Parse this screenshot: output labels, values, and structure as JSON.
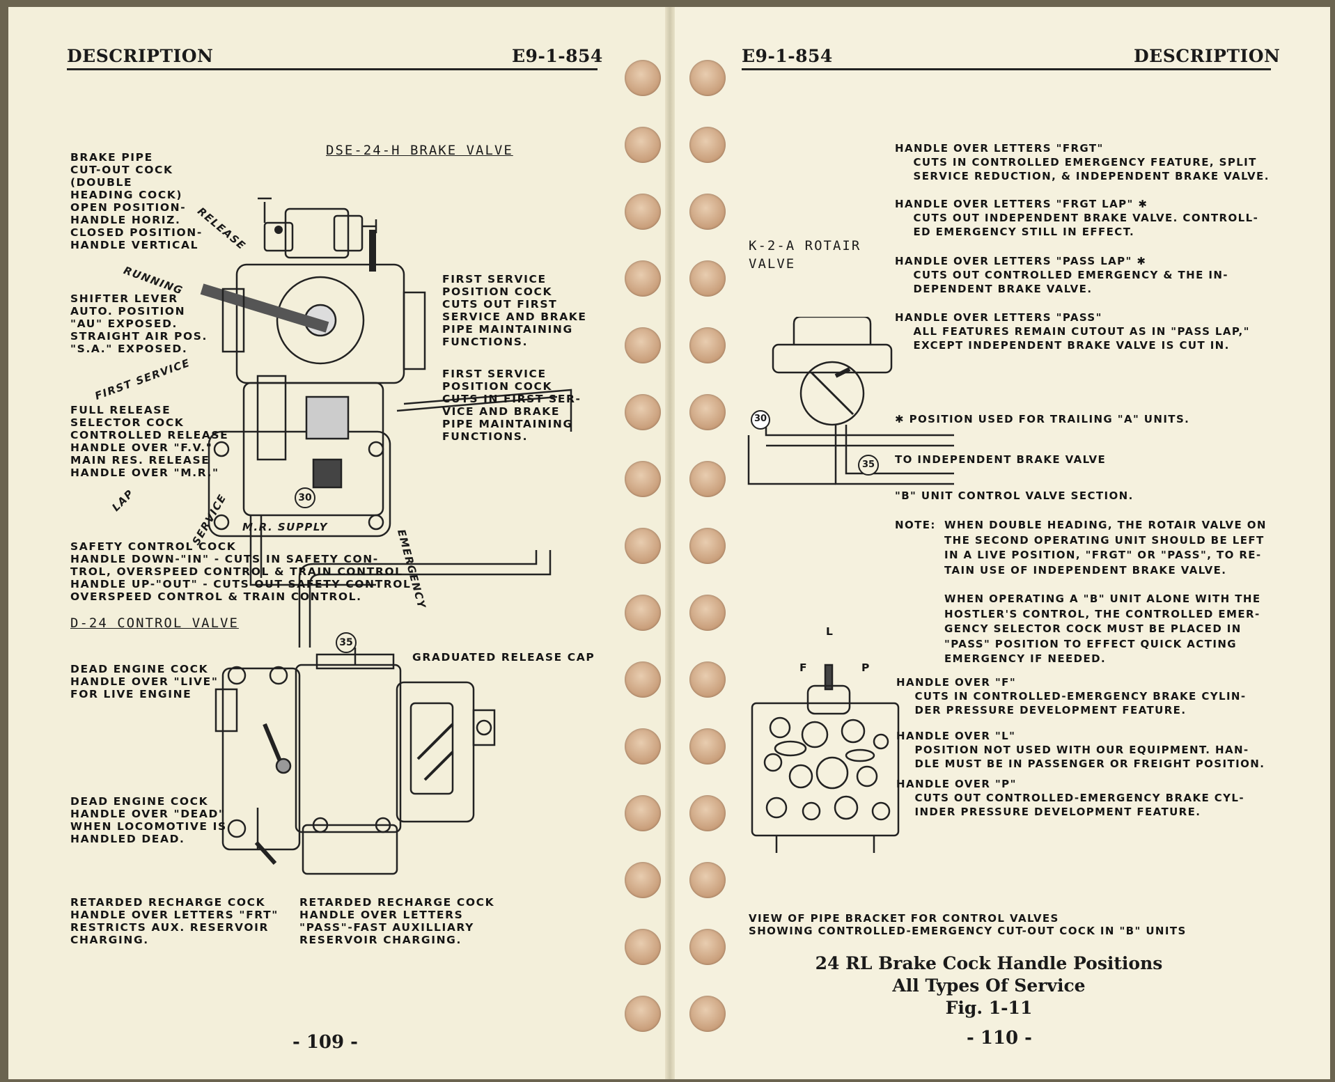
{
  "left_page": {
    "header_left": "DESCRIPTION",
    "header_right": "E9-1-854",
    "page_number": "- 109 -",
    "title_brake_valve": "DSE-24-H BRAKE VALVE",
    "brake_pipe_cock": "BRAKE PIPE\nCUT-OUT COCK\n(DOUBLE\nHEADING COCK)\nOPEN POSITION-\nHANDLE HORIZ.\nCLOSED POSITION-\nHANDLE VERTICAL",
    "pos_release": "RELEASE",
    "pos_running": "RUNNING",
    "shifter_lever": "SHIFTER LEVER\nAUTO. POSITION\n\"AU\" EXPOSED.\nSTRAIGHT AIR POS.\n\"S.A.\" EXPOSED.",
    "pos_first_service": "FIRST SERVICE",
    "full_release_cock": "FULL RELEASE\nSELECTOR COCK\nCONTROLLED RELEASE\nHANDLE OVER \"F.V.\"\nMAIN RES. RELEASE\nHANDLE OVER \"M.R.\"",
    "pos_lap": "LAP",
    "pos_service": "SERVICE",
    "mr_supply": "M.R. SUPPLY",
    "pos_emergency": "EMERGENCY",
    "first_service_cock_1": "FIRST SERVICE\nPOSITION COCK\nCUTS OUT FIRST\nSERVICE AND BRAKE\nPIPE MAINTAINING\nFUNCTIONS.",
    "first_service_cock_2": "FIRST SERVICE\nPOSITION COCK\nCUTS IN FIRST SER-\nVICE AND BRAKE\nPIPE MAINTAINING\nFUNCTIONS.",
    "safety_control_cock": "SAFETY CONTROL COCK\nHANDLE DOWN-\"IN\" - CUTS IN SAFETY CON-\nTROL, OVERSPEED CONTROL & TRAIN CONTROL\nHANDLE UP-\"OUT\" - CUTS OUT SAFETY CONTROL\nOVERSPEED CONTROL & TRAIN CONTROL.",
    "pipe_30": "30",
    "pipe_35": "35",
    "title_control_valve": "D-24 CONTROL VALVE",
    "dead_engine_cock_live": "DEAD ENGINE COCK\nHANDLE OVER \"LIVE\"\nFOR LIVE ENGINE",
    "graduated_release_cap": "GRADUATED RELEASE CAP",
    "dead_engine_cock_dead": "DEAD ENGINE COCK\nHANDLE OVER \"DEAD\"\nWHEN LOCOMOTIVE IS\nHANDLED DEAD.",
    "retarded_recharge_frt": "RETARDED RECHARGE COCK\nHANDLE OVER LETTERS \"FRT\"\nRESTRICTS AUX. RESERVOIR\nCHARGING.",
    "retarded_recharge_pass": "RETARDED RECHARGE COCK\nHANDLE OVER LETTERS\n\"PASS\"-FAST AUXILLIARY\nRESERVOIR CHARGING."
  },
  "right_page": {
    "header_left": "E9-1-854",
    "header_right": "DESCRIPTION",
    "page_number": "- 110 -",
    "frgt": "HANDLE OVER LETTERS \"FRGT\"\n    CUTS IN CONTROLLED EMERGENCY FEATURE, SPLIT\n    SERVICE REDUCTION, & INDEPENDENT BRAKE VALVE.",
    "frgt_lap": "HANDLE OVER LETTERS \"FRGT LAP\" ✱\n    CUTS OUT INDEPENDENT BRAKE VALVE. CONTROLL-\n    ED EMERGENCY STILL IN EFFECT.",
    "pass_lap": "HANDLE OVER LETTERS \"PASS LAP\" ✱\n    CUTS OUT CONTROLLED EMERGENCY & THE IN-\n    DEPENDENT BRAKE VALVE.",
    "pass": "HANDLE OVER LETTERS \"PASS\"\n    ALL FEATURES REMAIN CUTOUT AS IN \"PASS LAP,\"\n    EXCEPT INDEPENDENT BRAKE VALVE IS CUT IN.",
    "title_rotair": "K-2-A ROTAIR\nVALVE",
    "trailing_note": "✱ POSITION USED FOR TRAILING \"A\" UNITS.",
    "to_independent": "TO INDEPENDENT BRAKE VALVE",
    "b_unit": "\"B\" UNIT CONTROL VALVE SECTION.",
    "pipe_30": "30",
    "pipe_35": "35",
    "note_label": "NOTE:",
    "note_1": "WHEN DOUBLE HEADING, THE ROTAIR VALVE ON\nTHE SECOND OPERATING UNIT SHOULD BE LEFT\nIN A LIVE POSITION, \"FRGT\" OR \"PASS\", TO RE-\nTAIN USE OF INDEPENDENT BRAKE VALVE.",
    "note_2": "WHEN OPERATING A \"B\" UNIT ALONE WITH THE\nHOSTLER'S CONTROL, THE CONTROLLED EMER-\nGENCY SELECTOR COCK MUST BE PLACED IN\n\"PASS\" POSITION TO EFFECT QUICK ACTING\nEMERGENCY IF NEEDED.",
    "bracket_L": "L",
    "bracket_F": "F",
    "bracket_P": "P",
    "handle_f": "HANDLE OVER \"F\"\n    CUTS IN CONTROLLED-EMERGENCY BRAKE CYLIN-\n    DER PRESSURE DEVELOPMENT FEATURE.",
    "handle_l": "HANDLE OVER \"L\"\n    POSITION NOT USED WITH OUR EQUIPMENT. HAN-\n    DLE MUST BE IN PASSENGER OR FREIGHT POSITION.",
    "handle_p": "HANDLE OVER \"P\"\n    CUTS OUT CONTROLLED-EMERGENCY BRAKE CYL-\n    INDER PRESSURE DEVELOPMENT FEATURE.",
    "view_caption": "VIEW OF PIPE BRACKET FOR CONTROL VALVES\nSHOWING CONTROLLED-EMERGENCY CUT-OUT COCK IN \"B\" UNITS",
    "figure_title_1": "24 RL Brake Cock Handle Positions",
    "figure_title_2": "All Types Of Service",
    "figure_number": "Fig. 1-11"
  }
}
